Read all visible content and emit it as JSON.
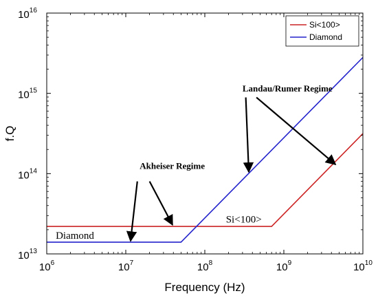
{
  "chart_data": {
    "type": "line",
    "xlabel": "Frequency (Hz)",
    "ylabel": "f.Q",
    "xscale": "log",
    "yscale": "log",
    "xlim": [
      1000000.0,
      10000000000.0
    ],
    "ylim": [
      10000000000000.0,
      1e+16
    ],
    "grid": false,
    "legend": {
      "placement": "top-right"
    },
    "x_ticks": [
      {
        "base": "10",
        "exp": "6",
        "value": 1000000.0
      },
      {
        "base": "10",
        "exp": "7",
        "value": 10000000.0
      },
      {
        "base": "10",
        "exp": "8",
        "value": 100000000.0
      },
      {
        "base": "10",
        "exp": "9",
        "value": 1000000000.0
      },
      {
        "base": "10",
        "exp": "10",
        "value": 10000000000.0
      }
    ],
    "y_ticks": [
      {
        "base": "10",
        "exp": "13",
        "value": 10000000000000.0
      },
      {
        "base": "10",
        "exp": "14",
        "value": 100000000000000.0
      },
      {
        "base": "10",
        "exp": "15",
        "value": 1000000000000000.0
      },
      {
        "base": "10",
        "exp": "16",
        "value": 1e+16
      }
    ],
    "series": [
      {
        "name": "Si<100>",
        "color": "#cc2222",
        "x": [
          1000000.0,
          700000000.0,
          10000000000.0
        ],
        "y": [
          22000000000000.0,
          22000000000000.0,
          315000000000000.0
        ]
      },
      {
        "name": "Diamond",
        "color": "#2222cc",
        "x": [
          1000000.0,
          50000000.0,
          10000000000.0
        ],
        "y": [
          14000000000000.0,
          14000000000000.0,
          2800000000000000.0
        ]
      }
    ],
    "annotations": [
      {
        "text": "Landau/Rumer Regime",
        "style": "bold",
        "label_at": [
          300000000.0,
          1050000000000000.0
        ],
        "arrows": [
          {
            "from": [
              330000000.0,
              890000000000000.0
            ],
            "to": [
              360000000.0,
              105000000000000.0
            ]
          },
          {
            "from": [
              450000000.0,
              890000000000000.0
            ],
            "to": [
              4500000000.0,
              130000000000000.0
            ]
          }
        ]
      },
      {
        "text": "Akheiser Regime",
        "style": "bold",
        "label_at": [
          15000000.0,
          115000000000000.0
        ],
        "arrows": [
          {
            "from": [
              14000000.0,
              80000000000000.0
            ],
            "to": [
              11500000.0,
              14500000000000.0
            ]
          },
          {
            "from": [
              20000000.0,
              80000000000000.0
            ],
            "to": [
              39000000.0,
              23000000000000.0
            ]
          }
        ]
      },
      {
        "text": "Diamond",
        "style": "plain",
        "label_at": [
          1300000.0,
          15500000000000.0
        ]
      },
      {
        "text": "Si<100>",
        "style": "plain",
        "label_at": [
          185000000.0,
          24500000000000.0
        ]
      }
    ]
  }
}
